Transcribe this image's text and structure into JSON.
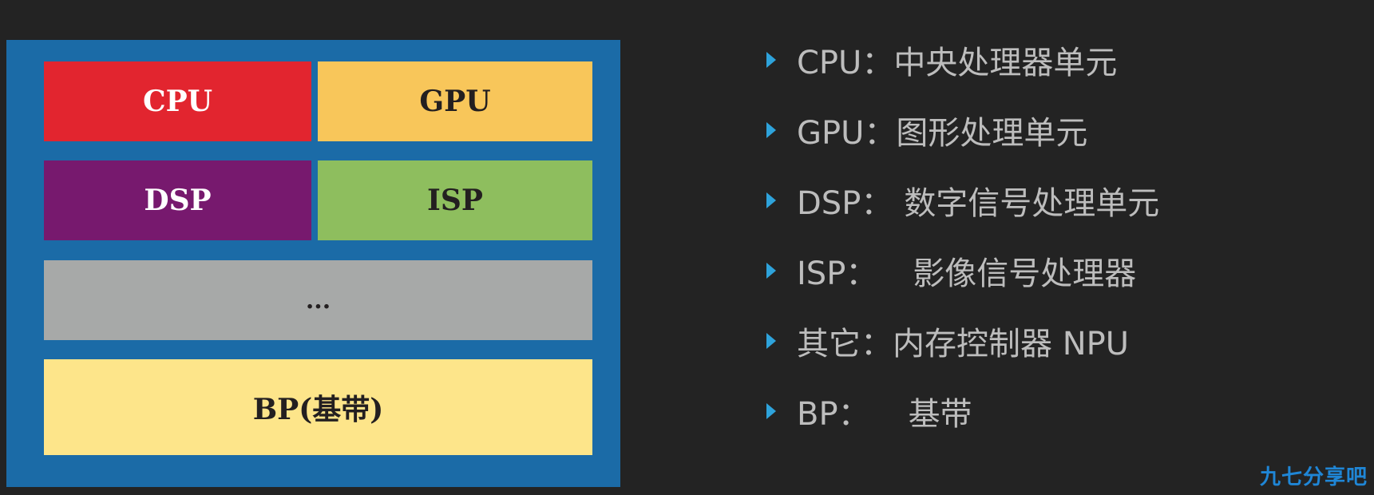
{
  "blocks": {
    "cpu": "CPU",
    "gpu": "GPU",
    "dsp": "DSP",
    "isp": "ISP",
    "etc": "...",
    "bp": "BP(基带)"
  },
  "legend": [
    {
      "term": "CPU：",
      "desc": "中央处理器单元"
    },
    {
      "term": "GPU：",
      "desc": "图形处理单元"
    },
    {
      "term": "DSP：",
      "desc": "数字信号处理单元"
    },
    {
      "term": "ISP：",
      "desc": "影像信号处理器"
    },
    {
      "term": "其它：",
      "desc": "内存控制器 NPU"
    },
    {
      "term": "BP：",
      "desc": "基带"
    }
  ],
  "watermark": "九七分享吧",
  "colors": {
    "background": "#232323",
    "panel": "#1b6ba7",
    "cpu": "#e2252f",
    "gpu": "#f8c65a",
    "dsp": "#77196e",
    "isp": "#8ebe5e",
    "etc": "#a7a9a8",
    "bp": "#fde58a",
    "bullet": "#2ea3db",
    "legend_text": "#bdbdbd",
    "watermark": "#1f86d6"
  }
}
